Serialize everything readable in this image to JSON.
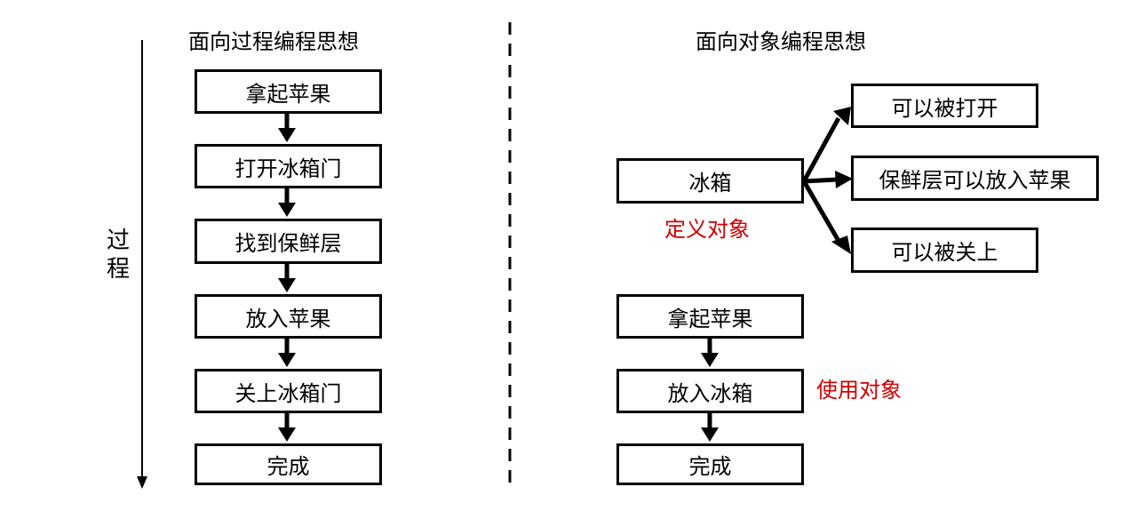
{
  "left_panel": {
    "title": "面向过程编程思想",
    "axis_label_1": "过",
    "axis_label_2": "程",
    "steps": [
      {
        "label": "拿起苹果"
      },
      {
        "label": "打开冰箱门"
      },
      {
        "label": "找到保鲜层"
      },
      {
        "label": "放入苹果"
      },
      {
        "label": "关上冰箱门"
      },
      {
        "label": "完成"
      }
    ]
  },
  "right_panel": {
    "title": "面向对象编程思想",
    "object": {
      "label": "冰箱"
    },
    "define_caption": "定义对象",
    "define_color": "#cc0000",
    "properties": [
      {
        "label": "可以被打开"
      },
      {
        "label": "保鲜层可以放入苹果"
      },
      {
        "label": "可以被关上"
      }
    ],
    "use_steps": [
      {
        "label": "拿起苹果"
      },
      {
        "label": "放入冰箱"
      },
      {
        "label": "完成"
      }
    ],
    "use_caption": "使用对象",
    "use_color": "#cc0000"
  }
}
